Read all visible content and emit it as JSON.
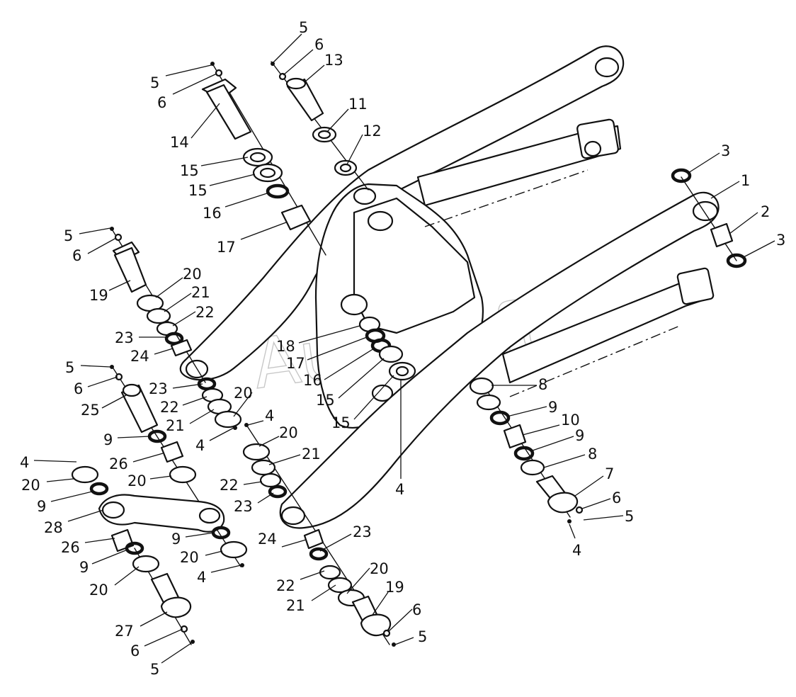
{
  "watermark": "AutoSoft",
  "callouts": [
    {
      "id": "c5a",
      "label": "5"
    },
    {
      "id": "c6a",
      "label": "6"
    },
    {
      "id": "c13",
      "label": "13"
    },
    {
      "id": "c11",
      "label": "11"
    },
    {
      "id": "c12",
      "label": "12"
    },
    {
      "id": "c5b",
      "label": "5"
    },
    {
      "id": "c6b",
      "label": "6"
    },
    {
      "id": "c14",
      "label": "14"
    },
    {
      "id": "c15a",
      "label": "15"
    },
    {
      "id": "c15b",
      "label": "15"
    },
    {
      "id": "c16a",
      "label": "16"
    },
    {
      "id": "c17a",
      "label": "17"
    },
    {
      "id": "c3a",
      "label": "3"
    },
    {
      "id": "c1",
      "label": "1"
    },
    {
      "id": "c2",
      "label": "2"
    },
    {
      "id": "c3b",
      "label": "3"
    },
    {
      "id": "c5c",
      "label": "5"
    },
    {
      "id": "c6c",
      "label": "6"
    },
    {
      "id": "c19a",
      "label": "19"
    },
    {
      "id": "c20a",
      "label": "20"
    },
    {
      "id": "c21a",
      "label": "21"
    },
    {
      "id": "c22a",
      "label": "22"
    },
    {
      "id": "c23a",
      "label": "23"
    },
    {
      "id": "c24a",
      "label": "24"
    },
    {
      "id": "c18",
      "label": "18"
    },
    {
      "id": "c17b",
      "label": "17"
    },
    {
      "id": "c16b",
      "label": "16"
    },
    {
      "id": "c15c",
      "label": "15"
    },
    {
      "id": "c15d",
      "label": "15"
    },
    {
      "id": "c4a",
      "label": "4"
    },
    {
      "id": "c5d",
      "label": "5"
    },
    {
      "id": "c6d",
      "label": "6"
    },
    {
      "id": "c25",
      "label": "25"
    },
    {
      "id": "c23b",
      "label": "23"
    },
    {
      "id": "c22b",
      "label": "22"
    },
    {
      "id": "c21b",
      "label": "21"
    },
    {
      "id": "c20b",
      "label": "20"
    },
    {
      "id": "c4b",
      "label": "4"
    },
    {
      "id": "c9a",
      "label": "9"
    },
    {
      "id": "c26a",
      "label": "26"
    },
    {
      "id": "c20c",
      "label": "20"
    },
    {
      "id": "c4c",
      "label": "4"
    },
    {
      "id": "c20d",
      "label": "20"
    },
    {
      "id": "c9b",
      "label": "9"
    },
    {
      "id": "c28",
      "label": "28"
    },
    {
      "id": "c26b",
      "label": "26"
    },
    {
      "id": "c9c",
      "label": "9"
    },
    {
      "id": "c20e",
      "label": "20"
    },
    {
      "id": "c9d",
      "label": "9"
    },
    {
      "id": "c20f",
      "label": "20"
    },
    {
      "id": "c4d",
      "label": "4"
    },
    {
      "id": "c27",
      "label": "27"
    },
    {
      "id": "c6e",
      "label": "6"
    },
    {
      "id": "c5e",
      "label": "5"
    },
    {
      "id": "c4e",
      "label": "4"
    },
    {
      "id": "c20g",
      "label": "20"
    },
    {
      "id": "c21c",
      "label": "21"
    },
    {
      "id": "c22c",
      "label": "22"
    },
    {
      "id": "c23c",
      "label": "23"
    },
    {
      "id": "c24b",
      "label": "24"
    },
    {
      "id": "c23d",
      "label": "23"
    },
    {
      "id": "c20h",
      "label": "20"
    },
    {
      "id": "c22d",
      "label": "22"
    },
    {
      "id": "c21d",
      "label": "21"
    },
    {
      "id": "c19b",
      "label": "19"
    },
    {
      "id": "c6f",
      "label": "6"
    },
    {
      "id": "c5f",
      "label": "5"
    },
    {
      "id": "c8a",
      "label": "8"
    },
    {
      "id": "c9e",
      "label": "9"
    },
    {
      "id": "c10",
      "label": "10"
    },
    {
      "id": "c9f",
      "label": "9"
    },
    {
      "id": "c8b",
      "label": "8"
    },
    {
      "id": "c7",
      "label": "7"
    },
    {
      "id": "c6g",
      "label": "6"
    },
    {
      "id": "c5g",
      "label": "5"
    },
    {
      "id": "c4f",
      "label": "4"
    }
  ]
}
